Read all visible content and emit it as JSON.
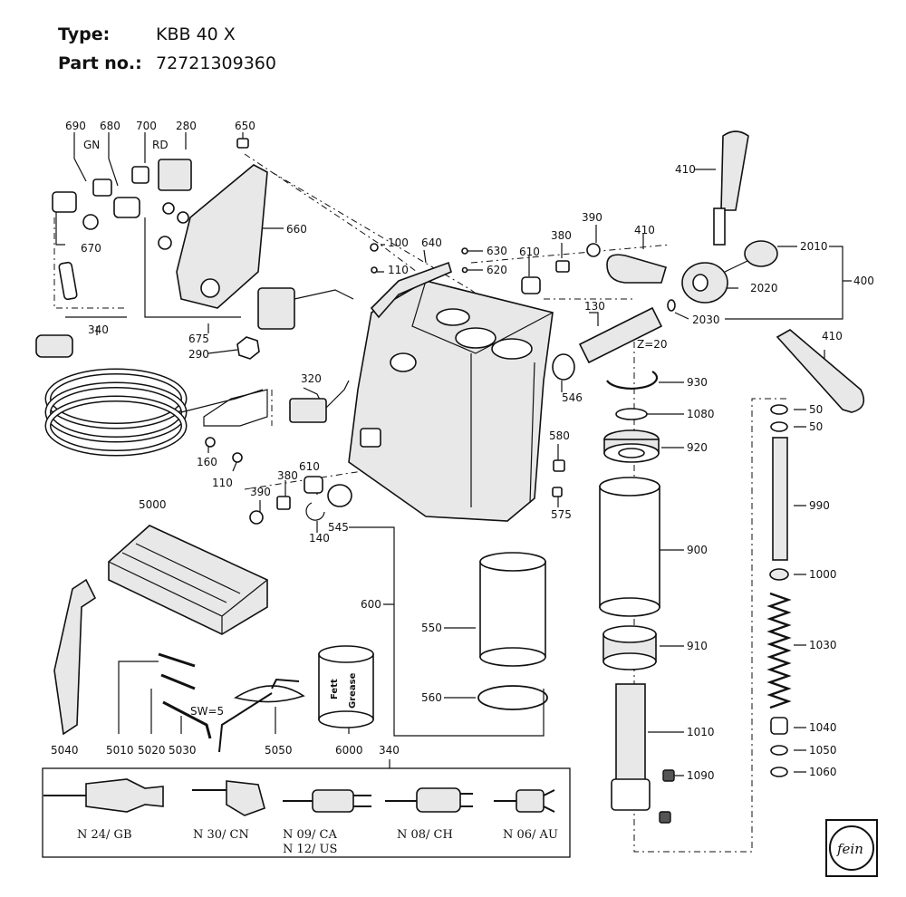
{
  "header": {
    "type_label": "Type:",
    "type_value": "KBB 40 X",
    "part_label": "Part no.:",
    "part_value": "72721309360"
  },
  "labels": {
    "p690": "690",
    "p680": "680",
    "p700": "700",
    "p280": "280",
    "p650": "650",
    "gn": "GN",
    "rd": "RD",
    "p660": "660",
    "p670": "670",
    "p340a": "340",
    "p675": "675",
    "p290": "290",
    "p100": "100",
    "p110a": "110",
    "p640": "640",
    "p630": "630",
    "p620": "620",
    "p610a": "610",
    "p380a": "380",
    "p390a": "390",
    "p410a": "410",
    "p410b": "410",
    "p410c": "410",
    "p2010": "2010",
    "p400": "400",
    "p2020": "2020",
    "p2030": "2030",
    "p130": "130",
    "z20": "Z=20",
    "p320": "320",
    "p546": "546",
    "p930": "930",
    "p1080": "1080",
    "p920": "920",
    "p160": "160",
    "p110b": "110",
    "p580": "580",
    "p610b": "610",
    "p380b": "380",
    "p390b": "390",
    "p140": "140",
    "p545": "545",
    "p575": "575",
    "p5000": "5000",
    "p900": "900",
    "p600": "600",
    "p550": "550",
    "p910": "910",
    "p560": "560",
    "p1010": "1010",
    "p1090": "1090",
    "p50a": "50",
    "p50b": "50",
    "p990": "990",
    "p1000": "1000",
    "p1030": "1030",
    "p1040": "1040",
    "p1050": "1050",
    "p1060": "1060",
    "sw5": "SW=5",
    "p5040": "5040",
    "p5010": "5010",
    "p5020": "5020",
    "p5030": "5030",
    "p5050": "5050",
    "p6000": "6000",
    "p340b": "340",
    "fett": "Fett",
    "grease": "Grease",
    "plug_gb": "N 24/ GB",
    "plug_cn": "N 30/ CN",
    "plug_ca": "N 09/ CA",
    "plug_us": "N 12/ US",
    "plug_ch": "N 08/ CH",
    "plug_au": "N 06/ AU"
  },
  "logo": {
    "text": "fein",
    "icon": "fein-logo-icon"
  }
}
